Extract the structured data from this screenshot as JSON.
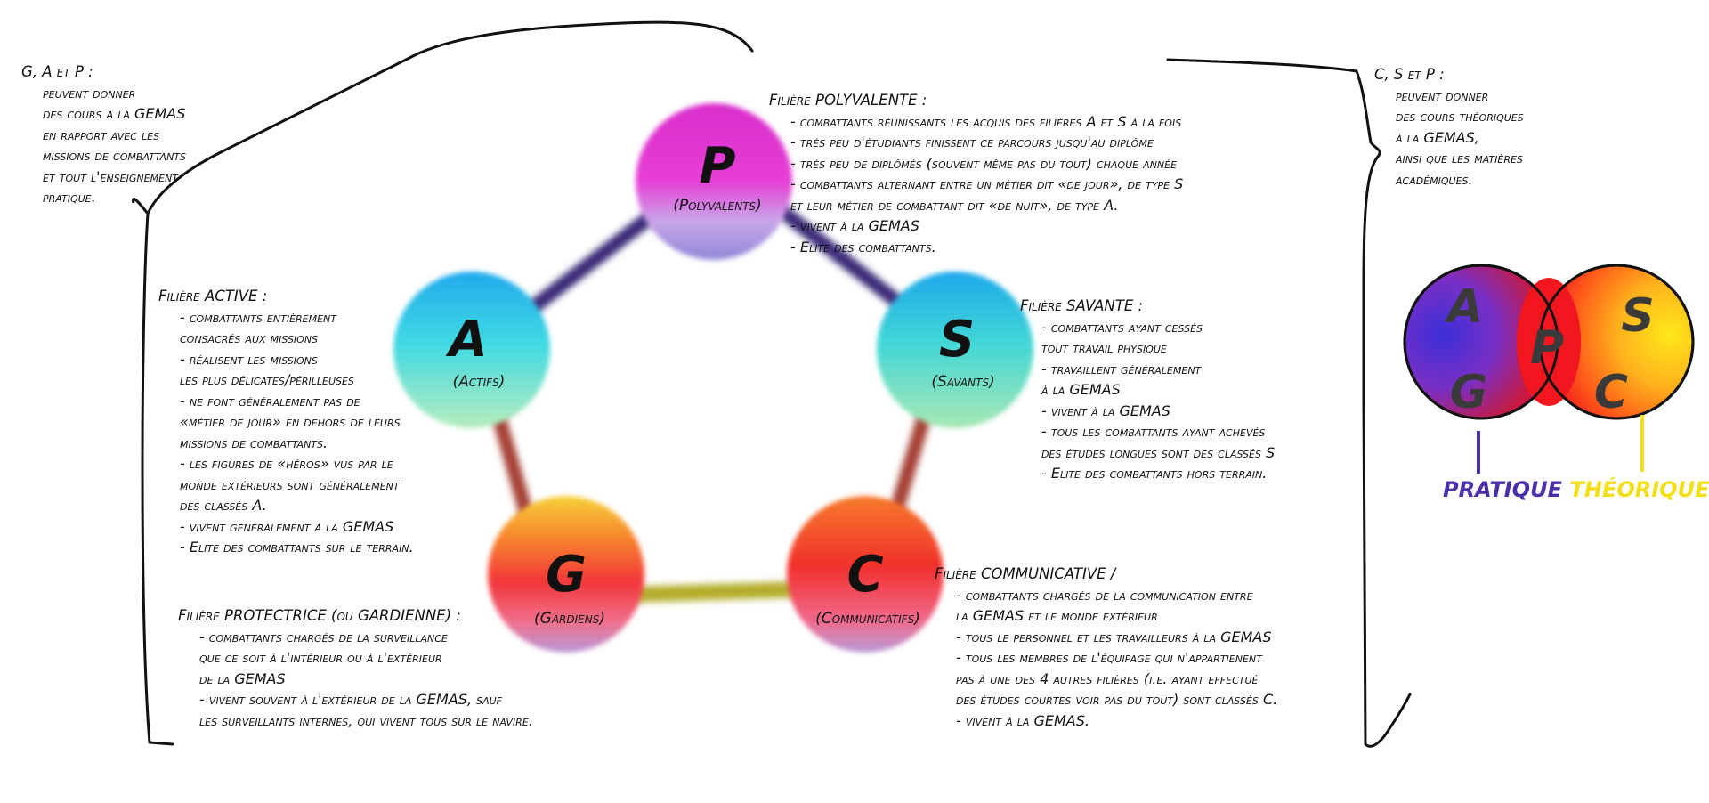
{
  "colors": {
    "P": "#d62dc8",
    "A": "#2bb8e6",
    "S": "#25bdd8",
    "G": "#f23b35",
    "C": "#f2342c",
    "link_purple": "#3c2a7c",
    "link_red": "#a34137",
    "link_yellow": "#b5b02a",
    "pratique": "#4a2fa8",
    "theorique": "#f2df1a"
  },
  "nodes": {
    "P": {
      "letter": "P",
      "label": "(Polyvalents)"
    },
    "A": {
      "letter": "A",
      "label": "(Actifs)"
    },
    "S": {
      "letter": "S",
      "label": "(Savants)"
    },
    "G": {
      "letter": "G",
      "label": "(Gardiens)"
    },
    "C": {
      "letter": "C",
      "label": "(Communicatifs)"
    }
  },
  "left_note": {
    "title": "G, A et P :",
    "lines": [
      "peuvent donner",
      "des cours à la GEMAS",
      "en rapport avec les",
      "missions de combattants",
      "et tout l'enseignement",
      "pratique."
    ]
  },
  "right_note": {
    "title": "C, S et P :",
    "lines": [
      "peuvent donner",
      "des cours théoriques",
      "à la GEMAS,",
      "ainsi que les matières",
      "académiques."
    ]
  },
  "poly": {
    "title": "Filière POLYVALENTE :",
    "lines": [
      "- combattants réunissants les acquis des filières A et S à la fois",
      "- très peu d'étudiants finissent ce parcours jusqu'au diplôme",
      "- très peu de diplômés (souvent même pas du tout) chaque année",
      "- combattants alternant entre un métier dit «de jour», de type S",
      "et leur métier de combattant dit «de nuit», de type A.",
      "- vivent à la GEMAS",
      "- Elite des combattants."
    ]
  },
  "active": {
    "title": "Filière ACTIVE :",
    "lines": [
      "- combattants entièrement",
      "consacrés aux missions",
      "- réalisent les missions",
      "les plus délicates/périlleuses",
      "- ne font généralement pas de",
      "«métier de jour» en dehors de leurs",
      "missions de combattants.",
      "- les figures de «héros» vus par le",
      "monde extérieurs sont généralement",
      "des classés A.",
      "- vivent généralement à la GEMAS",
      "- Elite des combattants sur le terrain."
    ]
  },
  "savante": {
    "title": "Filière SAVANTE :",
    "lines": [
      "- combattants ayant cessés",
      "tout travail physique",
      "- travaillent généralement",
      "à la GEMAS",
      "- vivent à la GEMAS",
      "- tous les combattants ayant achevés",
      "des études longues sont des classés S",
      "- Elite des combattants hors terrain."
    ]
  },
  "protectrice": {
    "title": "Filière PROTECTRICE (ou GARDIENNE) :",
    "lines": [
      "- combattants chargés de la surveillance",
      "que ce soit à l'intérieur ou à l'extérieur",
      "de la GEMAS",
      "- vivent souvent à l'extérieur de la GEMAS, sauf",
      "les surveillants internes, qui vivent tous sur le navire."
    ]
  },
  "communicative": {
    "title": "Filière COMMUNICATIVE /",
    "lines": [
      "- combattants chargés de la communication entre",
      "la GEMAS et le monde extérieur",
      "- tous le personnel et les travailleurs à la GEMAS",
      "- tous les membres de l'équipage qui n'appartienent",
      "pas à une des 4 autres filières (i.e. ayant effectué",
      "des études courtes voir pas du tout) sont classés C.",
      "- vivent à la GEMAS."
    ]
  },
  "venn": {
    "left_letters": [
      "A",
      "G"
    ],
    "center_letter": "P",
    "right_letters": [
      "S",
      "C"
    ],
    "pratique": "PRATIQUE",
    "theorique": "THÉORIQUE"
  }
}
